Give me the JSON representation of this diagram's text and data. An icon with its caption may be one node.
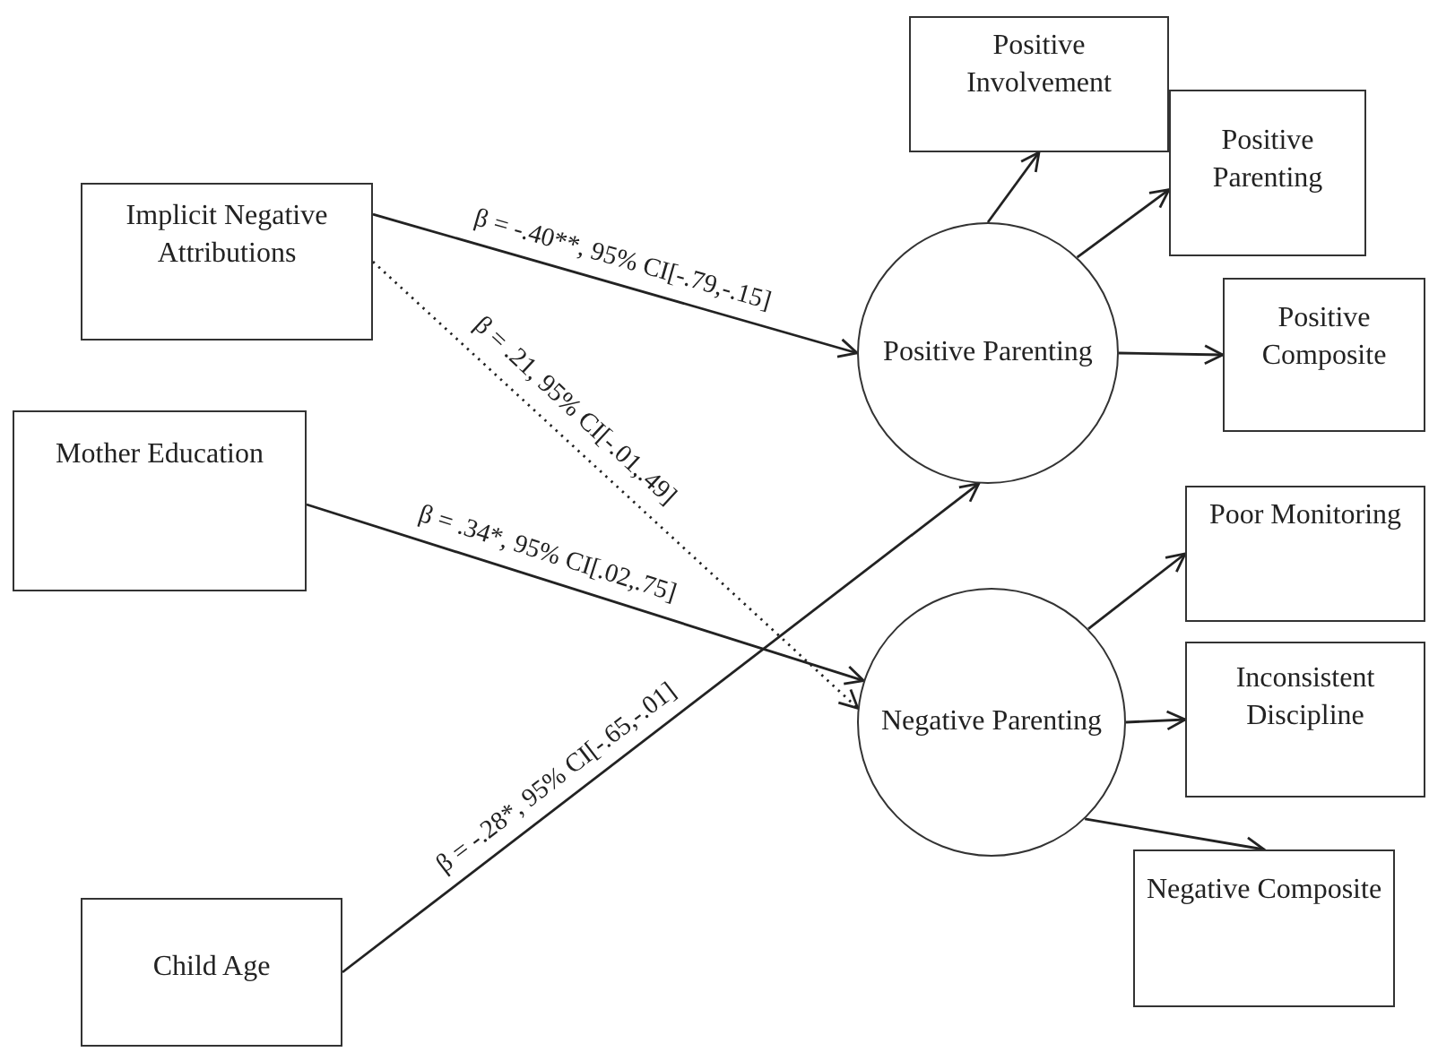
{
  "diagram": {
    "nodes": [
      {
        "text": [
          "Implicit Negative Attributions"
        ]
      },
      {
        "text": [
          "Mother Education"
        ]
      },
      {
        "text": [
          "Child Age"
        ]
      },
      {
        "text": [
          "Positive Parenting"
        ]
      },
      {
        "text": [
          "Negative Parenting"
        ]
      },
      {
        "text": [
          "Positive Involvement"
        ]
      },
      {
        "text": [
          "Positive Parenting"
        ]
      },
      {
        "text": [
          "Positive Composite"
        ]
      },
      {
        "text": [
          "Poor Monitoring"
        ]
      },
      {
        "text": [
          "Inconsistent Discipline"
        ]
      },
      {
        "text": [
          "Negative Composite"
        ]
      }
    ],
    "edges": [
      {
        "from": 0,
        "to": 3,
        "arrow": "to",
        "label": "β = -.40**, 95% CI[-.79,-.15]"
      },
      {
        "from": 0,
        "to": 4,
        "arrow": "to",
        "style": "dashed",
        "label": "β = .21, 95% CI[-.01,.49]"
      },
      {
        "from": 1,
        "to": 4,
        "arrow": "to",
        "label": "β = .34*, 95% CI[.02,.75]"
      },
      {
        "from": 2,
        "to": 3,
        "arrow": "to",
        "label": "β = -.28*, 95% CI[-.65,-.01]"
      },
      {
        "from": 3,
        "to": 5,
        "arrow": "to"
      },
      {
        "from": 3,
        "to": 6,
        "arrow": "to"
      },
      {
        "from": 3,
        "to": 7,
        "arrow": "to"
      },
      {
        "from": 4,
        "to": 8,
        "arrow": "to"
      },
      {
        "from": 4,
        "to": 9,
        "arrow": "to"
      },
      {
        "from": 4,
        "to": 10,
        "arrow": "to"
      }
    ]
  }
}
